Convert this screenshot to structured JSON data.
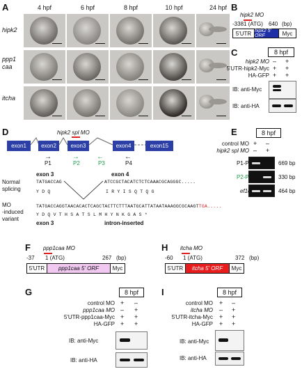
{
  "panels": {
    "A": {
      "letter": "A",
      "timepoints": [
        "4 hpf",
        "6 hpf",
        "8 hpf",
        "10 hpf",
        "24 hpf"
      ],
      "genes": [
        "hipk2",
        "ppp1\ncaa",
        "itcha"
      ]
    },
    "B": {
      "letter": "B",
      "mo_label": "hipk2 MO",
      "start_num": "-338",
      "atg": "1 (ATG)",
      "end_num": "640",
      "unit": "(bp)",
      "utr": "5'UTR",
      "orf": "hipk2 5' ORF",
      "myc": "Myc"
    },
    "C": {
      "letter": "C",
      "hpf": "8 hpf",
      "rows": [
        {
          "label": "hipk2 MO",
          "marks": [
            "–",
            "+"
          ]
        },
        {
          "label": "5'UTR-hipk2-Myc",
          "marks": [
            "+",
            "+"
          ]
        },
        {
          "label": "HA-GFP",
          "marks": [
            "+",
            "+"
          ]
        }
      ],
      "blots": [
        "IB: anti-Myc",
        "IB: anti-HA"
      ]
    },
    "D": {
      "letter": "D",
      "mo_label": "hipk2 spl MO",
      "exons": [
        "exon1",
        "exon2",
        "exon3",
        "exon4",
        "exon15"
      ],
      "primers": [
        "P1",
        "P2",
        "P3",
        "P4"
      ],
      "exon3_label": "exon 3",
      "exon4_label": "exon 4",
      "normal_label": "Normal\nsplicing",
      "normal_seq_left": "TATGACCAG",
      "normal_seq_right": "ATCCGCTACATCTCTCAAACGCAGGGC.....",
      "normal_aa_left": "Y  D  Q",
      "normal_aa_right": "I  R  Y  I  S  Q  T  Q  G",
      "mo_induced_label": "MO\n-induced\nvariant",
      "variant_seq": "TATGACCAGGTAACACACTCAGCTACTTCTTTAATGCATTATAATAAAGGCGCAAGT",
      "variant_seq_stop": "TGA",
      "variant_seq_tail": ".....",
      "variant_aa": "Y  D  Q  V  T  H  S  A  T  S  L  M  H  Y  N  K  G  A  S  *",
      "variant_exon3": "exon 3",
      "intron_label": "intron-inserted"
    },
    "E": {
      "letter": "E",
      "hpf": "8 hpf",
      "rows": [
        {
          "label": "control MO",
          "marks": [
            "+",
            "–"
          ]
        },
        {
          "label": "hipk2 spl MO",
          "marks": [
            "–",
            "+"
          ]
        }
      ],
      "gels": [
        {
          "name": "P1-P4",
          "size": "669 bp"
        },
        {
          "name": "P2-P3",
          "size": "330 bp"
        },
        {
          "name": "ef1α",
          "size": "464 bp"
        }
      ]
    },
    "F": {
      "letter": "F",
      "mo_label": "ppp1caa MO",
      "start_num": "-37",
      "atg": "1 (ATG)",
      "end_num": "267",
      "unit": "(bp)",
      "utr": "5'UTR",
      "orf": "ppp1caa 5' ORF",
      "myc": "Myc"
    },
    "G": {
      "letter": "G",
      "hpf": "8 hpf",
      "rows": [
        {
          "label": "control MO",
          "marks": [
            "+",
            "–"
          ]
        },
        {
          "label": "ppp1caa MO",
          "marks": [
            "–",
            "+"
          ]
        },
        {
          "label": "5'UTR-ppp1caa-Myc",
          "marks": [
            "+",
            "+"
          ]
        },
        {
          "label": "HA-GFP",
          "marks": [
            "+",
            "+"
          ]
        }
      ],
      "blots": [
        "IB: anti-Myc",
        "IB: anti-HA"
      ]
    },
    "H": {
      "letter": "H",
      "mo_label": "itcha MO",
      "start_num": "-60",
      "atg": "1 (ATG)",
      "end_num": "372",
      "unit": "(bp)",
      "utr": "5'UTR",
      "orf": "itcha 5' ORF",
      "myc": "Myc"
    },
    "I": {
      "letter": "I",
      "hpf": "8 hpf",
      "rows": [
        {
          "label": "control MO",
          "marks": [
            "+",
            "–"
          ]
        },
        {
          "label": "itcha MO",
          "marks": [
            "–",
            "+"
          ]
        },
        {
          "label": "5'UTR-itcha-Myc",
          "marks": [
            "+",
            "+"
          ]
        },
        {
          "label": "HA-GFP",
          "marks": [
            "+",
            "+"
          ]
        }
      ],
      "blots": [
        "IB: anti-Myc",
        "IB: anti-HA"
      ]
    }
  },
  "colors": {
    "exon_blue": "#2b3fa6",
    "hipk2_orf": "#1f2fa8",
    "ppp1caa_orf": "#f0c8f0",
    "itcha_orf": "#e81c1c",
    "mo_red": "#e02020",
    "primer_green": "#1a9b49"
  }
}
